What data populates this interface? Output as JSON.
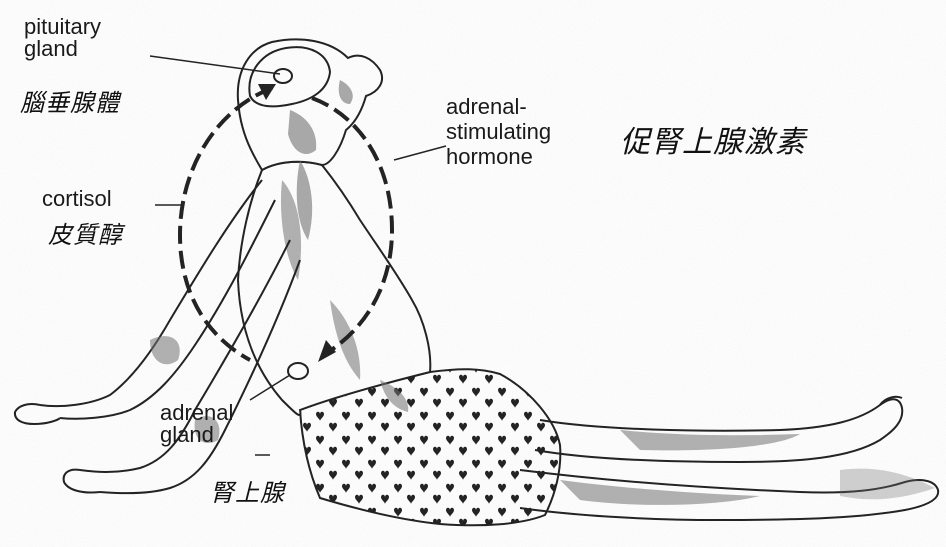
{
  "labels": {
    "pituitary_line1": "pituitary",
    "pituitary_line2": "gland",
    "pituitary_zh": "腦垂腺體",
    "acth_line1": "adrenal-",
    "acth_line2": "stimulating",
    "acth_line3": "hormone",
    "acth_zh": "促腎上腺激素",
    "cortisol": "cortisol",
    "cortisol_zh": "皮質醇",
    "adrenal_line1": "adrenal",
    "adrenal_line2": "gland",
    "adrenal_zh": "腎上腺"
  },
  "colors": {
    "ink": "#1a1a1a",
    "shade": "#6e6e6e",
    "paper": "#ffffff"
  }
}
